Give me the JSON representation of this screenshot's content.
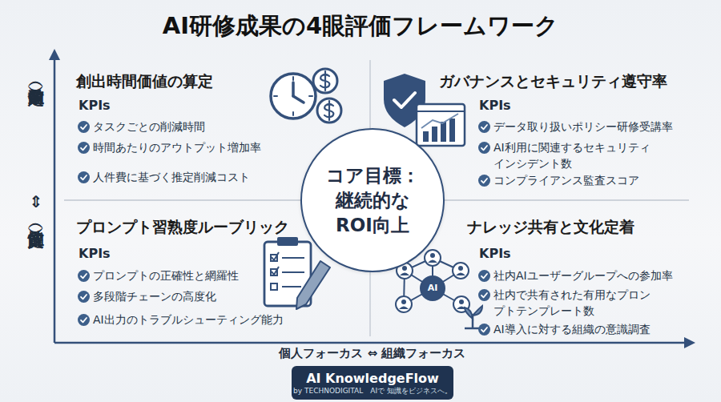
{
  "diagram": {
    "title": "AI研修成果の4眼評価フレームワーク",
    "nodes": [
      {
        "text": [
          "創出時間価値の算定",
          "KPIs",
          "タスクごとの削減時間",
          "時間あたりのアウトプット増加率",
          "人件費に基づく推定削減コスト"
        ]
      },
      {
        "text": [
          "ガバナンスとセキュリティ遵守率",
          "KPIs",
          "データ取り扱いポリシー研修受講率",
          "AI利用に関連するセキュリティ インシデント数",
          "コンプライアンス監査スコア"
        ]
      },
      {
        "text": [
          "プロンプト習熟度ルーブリック",
          "KPIs",
          "プロンプトの正確性と網羅性",
          "多段階チェーンの高度化",
          "AI出力のトラブルシューティング能力"
        ]
      },
      {
        "text": [
          "ナレッジ共有と文化定着",
          "KPIs",
          "社内AIユーザーグループへの参加率",
          "社内で共有された有用なプロン プトテンプレート数",
          "AI導入に対する組織の意識調査"
        ]
      },
      {
        "text": [
          "コア目標： 継続的な ROI向上"
        ]
      },
      {
        "text": [
          "AI KnowledgeFlow",
          "by TECHNODIGITAL　AIで 知識をビジネスへ。"
        ]
      }
    ],
    "labels": [
      "定量的（数値）",
      "⇕",
      "定性的（質）",
      "個人フォーカス ⇔ 組織フォーカス",
      "AI"
    ]
  }
}
